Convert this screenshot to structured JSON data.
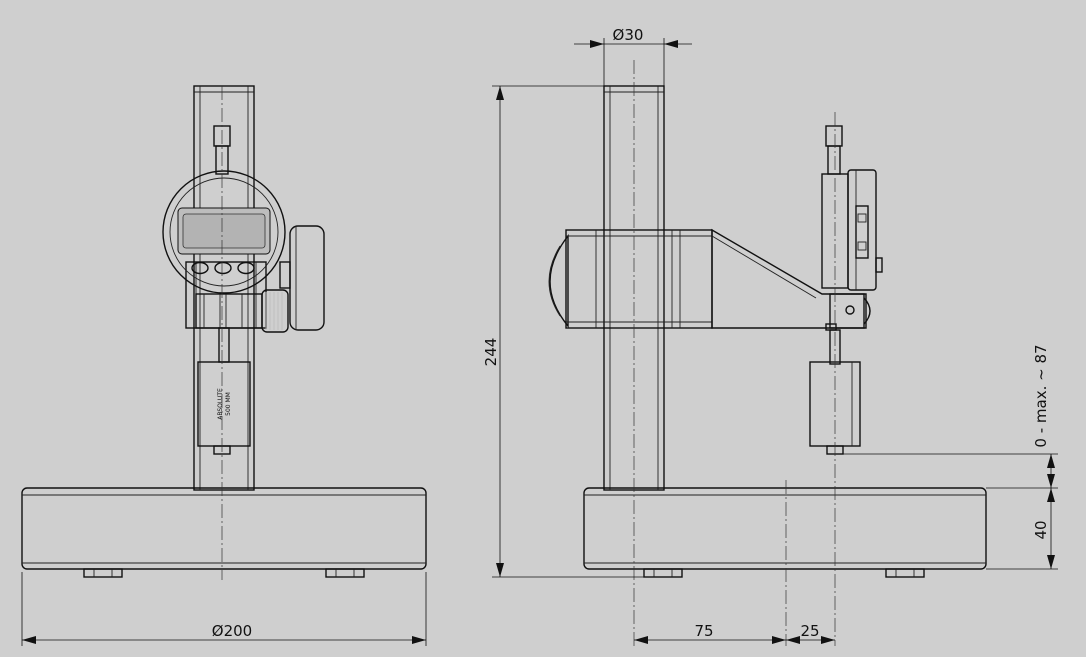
{
  "dimensions": {
    "column_diameter": "Ø30",
    "total_height": "244",
    "base_diameter": "Ø200",
    "offset_column": "75",
    "offset_tip": "25",
    "base_height": "40",
    "measuring_range": "0 - max. ~ 87"
  },
  "labels": {
    "gauge_block_line1": "ABSOLUTE",
    "gauge_block_line2": "500 MM"
  }
}
